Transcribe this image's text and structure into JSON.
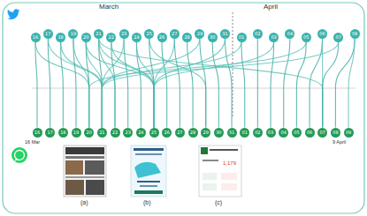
{
  "diagram": {
    "nodes": [
      {
        "text": [
          "16"
        ]
      },
      {
        "text": [
          "17"
        ]
      },
      {
        "text": [
          "18"
        ]
      },
      {
        "text": [
          "19"
        ]
      },
      {
        "text": [
          "20"
        ]
      },
      {
        "text": [
          "21"
        ]
      },
      {
        "text": [
          "22"
        ]
      },
      {
        "text": [
          "23"
        ]
      },
      {
        "text": [
          "24"
        ]
      },
      {
        "text": [
          "25"
        ]
      },
      {
        "text": [
          "26"
        ]
      },
      {
        "text": [
          "27"
        ]
      },
      {
        "text": [
          "28"
        ]
      },
      {
        "text": [
          "29"
        ]
      },
      {
        "text": [
          "30"
        ]
      },
      {
        "text": [
          "31"
        ]
      },
      {
        "text": [
          "01"
        ]
      },
      {
        "text": [
          "02"
        ]
      },
      {
        "text": [
          "03"
        ]
      },
      {
        "text": [
          "04"
        ]
      },
      {
        "text": [
          "05"
        ]
      },
      {
        "text": [
          "06"
        ]
      },
      {
        "text": [
          "07"
        ]
      },
      {
        "text": [
          "08"
        ]
      },
      {
        "text": [
          "16"
        ]
      },
      {
        "text": [
          "17"
        ]
      },
      {
        "text": [
          "18"
        ]
      },
      {
        "text": [
          "19"
        ]
      },
      {
        "text": [
          "20"
        ]
      },
      {
        "text": [
          "21"
        ]
      },
      {
        "text": [
          "22"
        ]
      },
      {
        "text": [
          "23"
        ]
      },
      {
        "text": [
          "24"
        ]
      },
      {
        "text": [
          "25"
        ]
      },
      {
        "text": [
          "26"
        ]
      },
      {
        "text": [
          "27"
        ]
      },
      {
        "text": [
          "28"
        ]
      },
      {
        "text": [
          "29"
        ]
      },
      {
        "text": [
          "30"
        ]
      },
      {
        "text": [
          "31"
        ]
      },
      {
        "text": [
          "01"
        ]
      },
      {
        "text": [
          "02"
        ]
      },
      {
        "text": [
          "03"
        ]
      },
      {
        "text": [
          "04"
        ]
      },
      {
        "text": [
          "05"
        ]
      },
      {
        "text": [
          "06"
        ]
      },
      {
        "text": [
          "07"
        ]
      },
      {
        "text": [
          "08"
        ]
      },
      {
        "text": [
          "09"
        ]
      }
    ],
    "edges": [
      {
        "from": 0,
        "to": 24,
        "arrow": "none"
      },
      {
        "from": 0,
        "to": 28,
        "arrow": "none"
      },
      {
        "from": 1,
        "to": 25,
        "arrow": "none"
      },
      {
        "from": 1,
        "to": 29,
        "arrow": "none"
      },
      {
        "from": 2,
        "to": 26,
        "arrow": "none"
      },
      {
        "from": 2,
        "to": 29,
        "arrow": "none"
      },
      {
        "from": 3,
        "to": 27,
        "arrow": "none"
      },
      {
        "from": 3,
        "to": 28,
        "arrow": "none"
      },
      {
        "from": 4,
        "to": 28,
        "arrow": "none"
      },
      {
        "from": 4,
        "to": 29,
        "arrow": "none"
      },
      {
        "from": 4,
        "to": 33,
        "arrow": "none"
      },
      {
        "from": 5,
        "to": 29,
        "arrow": "none"
      },
      {
        "from": 5,
        "to": 30,
        "arrow": "none"
      },
      {
        "from": 5,
        "to": 33,
        "arrow": "none"
      },
      {
        "from": 5,
        "to": 46,
        "arrow": "none"
      },
      {
        "from": 6,
        "to": 30,
        "arrow": "none"
      },
      {
        "from": 6,
        "to": 33,
        "arrow": "none"
      },
      {
        "from": 7,
        "to": 31,
        "arrow": "none"
      },
      {
        "from": 7,
        "to": 29,
        "arrow": "none"
      },
      {
        "from": 8,
        "to": 32,
        "arrow": "none"
      },
      {
        "from": 8,
        "to": 33,
        "arrow": "none"
      },
      {
        "from": 9,
        "to": 33,
        "arrow": "none"
      },
      {
        "from": 9,
        "to": 37,
        "arrow": "none"
      },
      {
        "from": 10,
        "to": 34,
        "arrow": "none"
      },
      {
        "from": 11,
        "to": 35,
        "arrow": "none"
      },
      {
        "from": 11,
        "to": 33,
        "arrow": "none"
      },
      {
        "from": 12,
        "to": 36,
        "arrow": "none"
      },
      {
        "from": 13,
        "to": 37,
        "arrow": "none"
      },
      {
        "from": 13,
        "to": 29,
        "arrow": "none"
      },
      {
        "from": 14,
        "to": 38,
        "arrow": "none"
      },
      {
        "from": 15,
        "to": 39,
        "arrow": "none"
      },
      {
        "from": 15,
        "to": 33,
        "arrow": "none"
      },
      {
        "from": 16,
        "to": 40,
        "arrow": "none"
      },
      {
        "from": 16,
        "to": 29,
        "arrow": "none"
      },
      {
        "from": 17,
        "to": 41,
        "arrow": "none"
      },
      {
        "from": 18,
        "to": 42,
        "arrow": "none"
      },
      {
        "from": 18,
        "to": 33,
        "arrow": "none"
      },
      {
        "from": 19,
        "to": 43,
        "arrow": "none"
      },
      {
        "from": 20,
        "to": 44,
        "arrow": "none"
      },
      {
        "from": 20,
        "to": 28,
        "arrow": "none"
      },
      {
        "from": 21,
        "to": 45,
        "arrow": "none"
      },
      {
        "from": 21,
        "to": 46,
        "arrow": "none"
      },
      {
        "from": 22,
        "to": 46,
        "arrow": "none"
      },
      {
        "from": 22,
        "to": 29,
        "arrow": "none"
      },
      {
        "from": 23,
        "to": 47,
        "arrow": "none"
      },
      {
        "from": 23,
        "to": 48,
        "arrow": "none"
      }
    ],
    "labels": [
      "March",
      "April",
      "16 Mar",
      "9 April",
      "1,179",
      "(a)",
      "(b)",
      "(c)"
    ]
  }
}
